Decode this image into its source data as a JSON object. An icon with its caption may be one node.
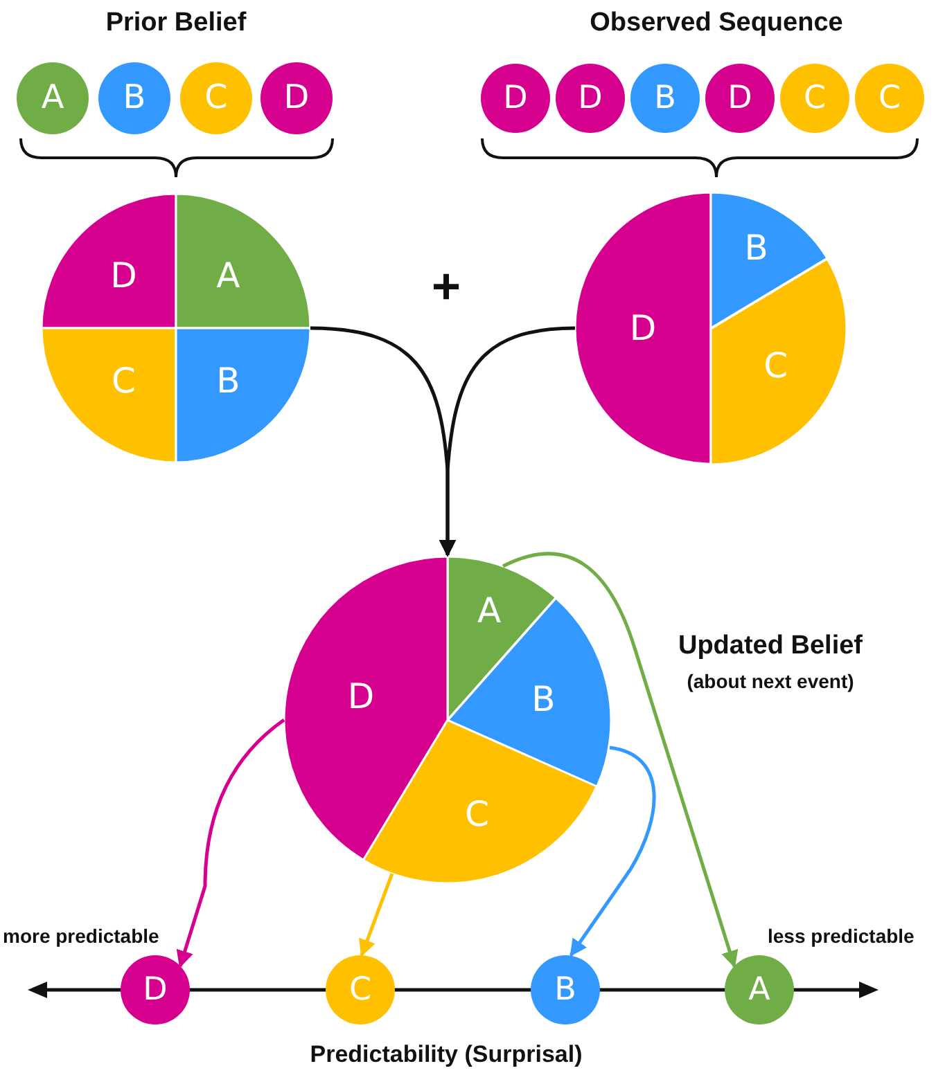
{
  "diagram": {
    "nodes": [
      {
        "text": [
          "A"
        ]
      },
      {
        "text": [
          "B"
        ]
      },
      {
        "text": [
          "C"
        ]
      },
      {
        "text": [
          "D"
        ]
      },
      {
        "text": [
          "D"
        ]
      },
      {
        "text": [
          "D"
        ]
      },
      {
        "text": [
          "B"
        ]
      },
      {
        "text": [
          "D"
        ]
      },
      {
        "text": [
          "C"
        ]
      },
      {
        "text": [
          "C"
        ]
      },
      {
        "text": [],
        "shape": "circle"
      },
      {
        "text": [
          "D"
        ],
        "in": 10
      },
      {
        "text": [
          "A"
        ],
        "in": 10
      },
      {
        "text": [
          "C"
        ],
        "in": 10
      },
      {
        "text": [
          "B"
        ],
        "in": 10
      },
      {
        "text": [],
        "shape": "circle"
      },
      {
        "text": [
          "D"
        ],
        "in": 15
      },
      {
        "text": [
          "B"
        ],
        "in": 15
      },
      {
        "text": [
          "C"
        ],
        "in": 15
      },
      {
        "text": [],
        "shape": "circle",
        "beside": [
          "Updated Belief",
          "(about next event)"
        ]
      },
      {
        "text": [
          "A"
        ],
        "in": 19
      },
      {
        "text": [
          "B"
        ],
        "in": 19
      },
      {
        "text": [
          "C"
        ],
        "in": 19
      },
      {
        "text": [
          "D"
        ],
        "in": 19
      },
      {
        "text": [
          "D"
        ]
      },
      {
        "text": [
          "C"
        ]
      },
      {
        "text": [
          "B"
        ]
      },
      {
        "text": [
          "A"
        ]
      }
    ],
    "edges": [
      {
        "from": 10,
        "to": 19,
        "arrow": "to"
      },
      {
        "from": 15,
        "to": 19,
        "arrow": "to"
      },
      {
        "from": 23,
        "to": 24,
        "arrow": "to",
        "color": "#d6008f"
      },
      {
        "from": 22,
        "to": 25,
        "arrow": "to",
        "color": "#ffc000"
      },
      {
        "from": 21,
        "to": 26,
        "arrow": "to",
        "color": "#3399ff"
      },
      {
        "from": 20,
        "to": 27,
        "arrow": "to",
        "color": "#70ad47"
      }
    ],
    "labels": [
      "Prior Belief",
      "Observed Sequence",
      "+",
      "more predictable",
      "less predictable",
      "Predictability (Surprisal)"
    ]
  }
}
